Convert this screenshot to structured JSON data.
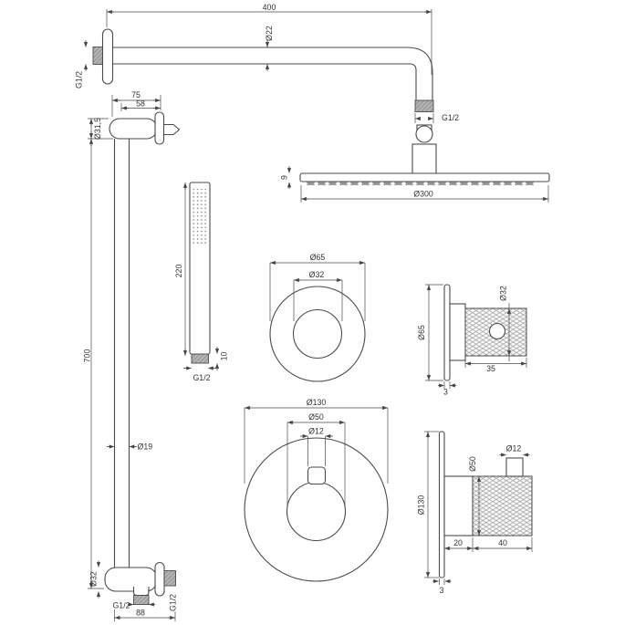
{
  "colors": {
    "line": "#4a4a4a",
    "text": "#333333",
    "thread_fill": "#b6b6b6",
    "thread_hatch": "#8d8d8d",
    "knurl_line": "#9e9e9e",
    "nozzle_fill": "#ababab",
    "background": "#ffffff"
  },
  "components": {
    "shower_arm": {
      "length": "400",
      "tube_diameter": "Ø22",
      "wall_thread": "G1/2",
      "head_thread": "G1/2"
    },
    "overhead_shower": {
      "diameter": "Ø300",
      "thickness": "9"
    },
    "slide_rail": {
      "bracket_depth": "75",
      "bracket_depth_inner": "58",
      "bracket_diameter": "Ø31,5",
      "length": "700",
      "tube_diameter": "Ø19"
    },
    "hand_shower": {
      "length": "220",
      "thread_length": "10",
      "thread": "G1/2"
    },
    "wall_outlet": {
      "body_diameter": "Ø32",
      "width": "88",
      "thread_bottom": "G1/2",
      "thread_side": "G1/2"
    },
    "valve_small_front": {
      "plate_diameter": "Ø65",
      "knob_diameter": "Ø32"
    },
    "valve_small_side": {
      "plate_diameter": "Ø65",
      "knob_diameter": "Ø32",
      "knob_depth": "35",
      "plate_thickness": "3"
    },
    "valve_large_front": {
      "plate_diameter": "Ø130",
      "knob_diameter": "Ø50",
      "handle_width": "Ø12"
    },
    "valve_large_side": {
      "plate_diameter": "Ø130",
      "knob_diameter": "Ø50",
      "stem_diameter": "Ø12",
      "base_depth": "20",
      "knob_depth": "40",
      "plate_thickness": "3"
    }
  }
}
